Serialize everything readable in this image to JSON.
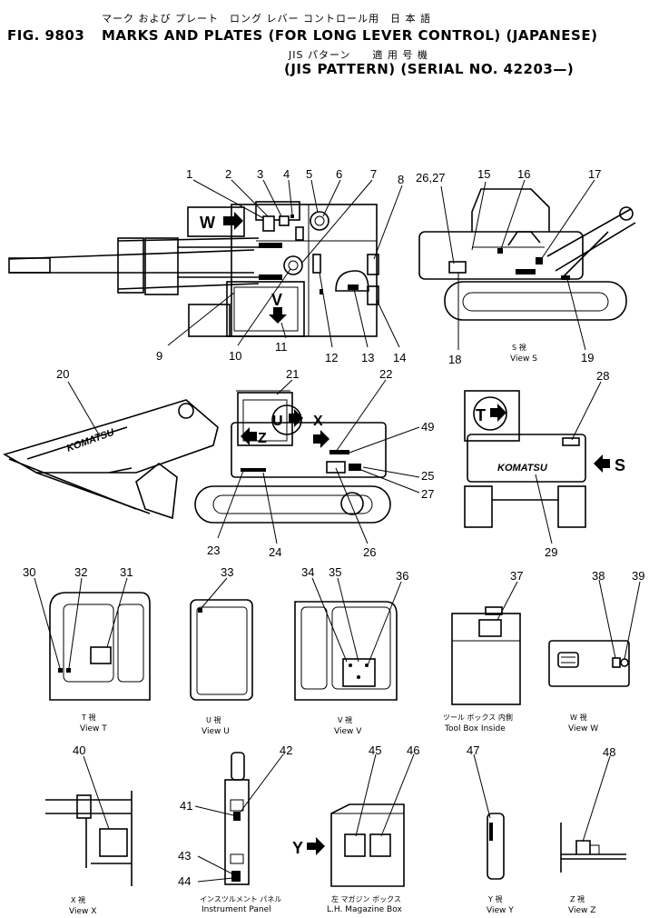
{
  "header": {
    "title_jp": "マーク および プレート　ロング レバー コントロール用　日 本 語",
    "fig_no": "FIG. 9803",
    "title_en": "MARKS AND PLATES (FOR LONG LEVER CONTROL) (JAPANESE)",
    "sub_jp": "JIS パターン　　適 用 号 機",
    "sub_en": "(JIS PATTERN) (SERIAL NO. 42203—)"
  },
  "plate_letters": {
    "w": "W",
    "v": "V",
    "u": "U",
    "x": "X",
    "z": "Z",
    "t": "T",
    "s": "S",
    "y": "Y"
  },
  "brand": "KOMATSU",
  "captions": {
    "view_s_jp": "S 視",
    "view_s": "View S",
    "view_t_jp": "T 視",
    "view_t": "View T",
    "view_u_jp": "U 視",
    "view_u": "View U",
    "view_v_jp": "V 視",
    "view_v": "View V",
    "tool_box_jp": "ツール ボックス 内側",
    "tool_box": "Tool Box Inside",
    "view_w_jp": "W 視",
    "view_w": "View W",
    "view_x_jp": "X 視",
    "view_x": "View X",
    "instrument_jp": "インスツルメント パネル",
    "instrument": "Instrument Panel",
    "magazine_jp": "左 マガジン ボックス",
    "magazine": "L.H. Magazine Box",
    "view_y_jp": "Y 視",
    "view_y": "View Y",
    "view_z_jp": "Z 視",
    "view_z": "View Z"
  },
  "callouts": [
    "1",
    "2",
    "3",
    "4",
    "5",
    "6",
    "7",
    "8",
    "9",
    "10",
    "11",
    "12",
    "13",
    "14",
    "15",
    "16",
    "17",
    "18",
    "19",
    "20",
    "21",
    "22",
    "23",
    "24",
    "25",
    "26",
    "26,27",
    "27",
    "28",
    "29",
    "30",
    "31",
    "32",
    "33",
    "34",
    "35",
    "36",
    "37",
    "38",
    "39",
    "40",
    "41",
    "42",
    "43",
    "44",
    "45",
    "46",
    "47",
    "48",
    "49"
  ]
}
